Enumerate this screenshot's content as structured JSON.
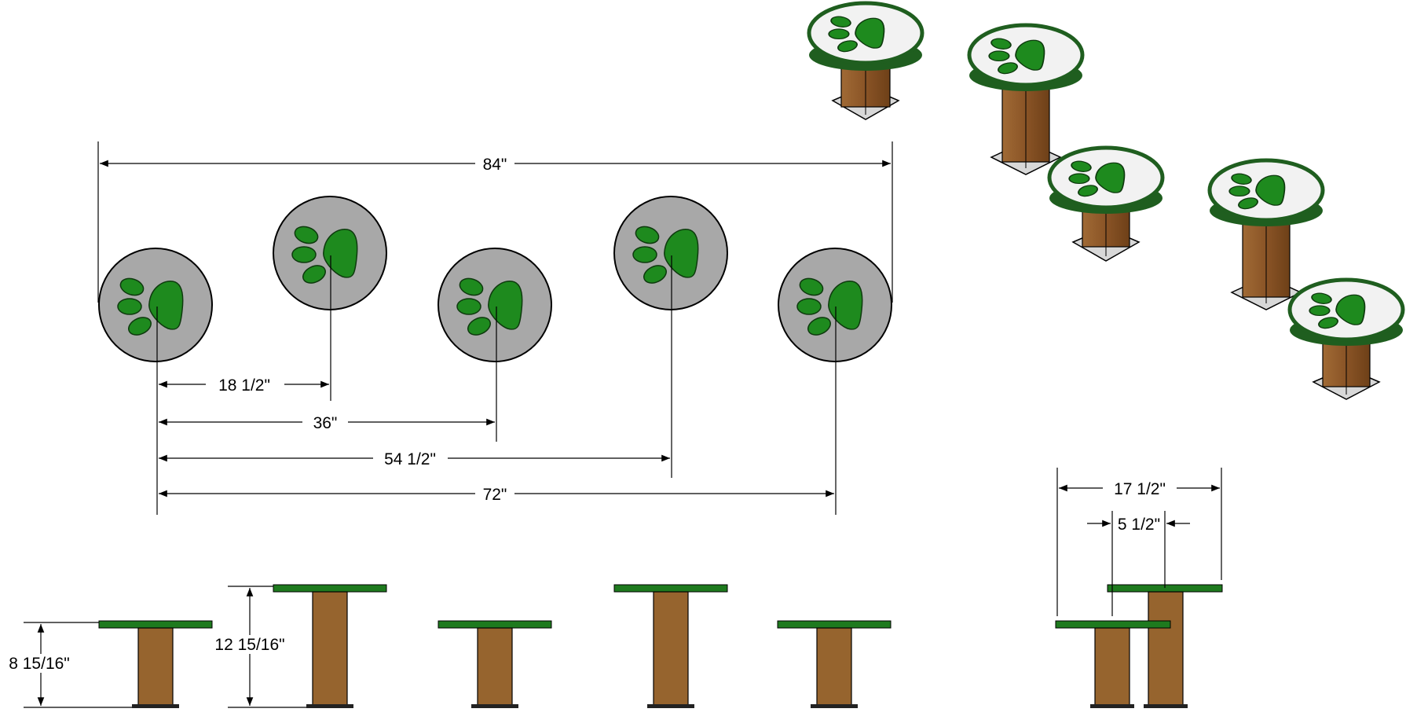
{
  "diagram": {
    "top_view_dimensions": {
      "overall_width": "84\"",
      "spacing_1": "18 1/2\"",
      "spacing_2": "36\"",
      "spacing_3": "54 1/2\"",
      "spacing_4": "72\""
    },
    "side_view_dimensions": {
      "short_height": "8 15/16\"",
      "tall_height": "12 15/16\""
    },
    "end_view_dimensions": {
      "overall_depth": "17 1/2\"",
      "offset": "5 1/2\""
    },
    "colors": {
      "paw_green": "#1e8a1e",
      "paw_dark_green": "#0e5a12",
      "top_gray": "#a8a8a8",
      "top_white": "#f2f2f2",
      "post_brown": "#8c5a2b",
      "rim_green": "#1f5e1f"
    }
  }
}
